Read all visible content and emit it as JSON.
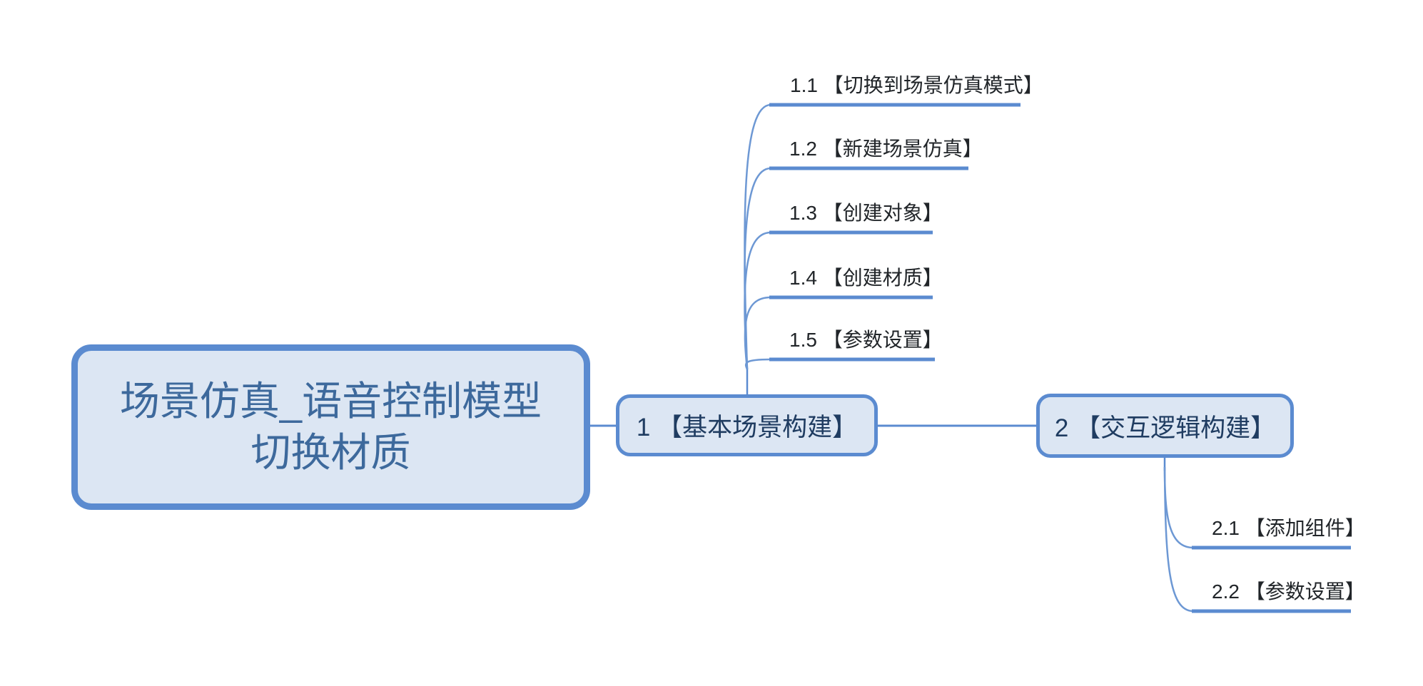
{
  "colors": {
    "node_fill": "#dce6f3",
    "node_border": "#5b8bd0",
    "connector": "#6d98d4",
    "root_text": "#3d699c",
    "branch_text": "#1f3c61",
    "leaf_text": "#212529",
    "canvas_bg": "#ffffff"
  },
  "root": {
    "title_lines": [
      "场景仿真_语音控制模型",
      "切换材质"
    ]
  },
  "branches": [
    {
      "label": "1 【基本场景构建】",
      "children": [
        {
          "label": "1.1 【切换到场景仿真模式】"
        },
        {
          "label": "1.2 【新建场景仿真】"
        },
        {
          "label": "1.3 【创建对象】"
        },
        {
          "label": "1.4 【创建材质】"
        },
        {
          "label": "1.5 【参数设置】"
        }
      ]
    },
    {
      "label": "2 【交互逻辑构建】",
      "children": [
        {
          "label": "2.1 【添加组件】"
        },
        {
          "label": "2.2 【参数设置】"
        }
      ]
    }
  ]
}
